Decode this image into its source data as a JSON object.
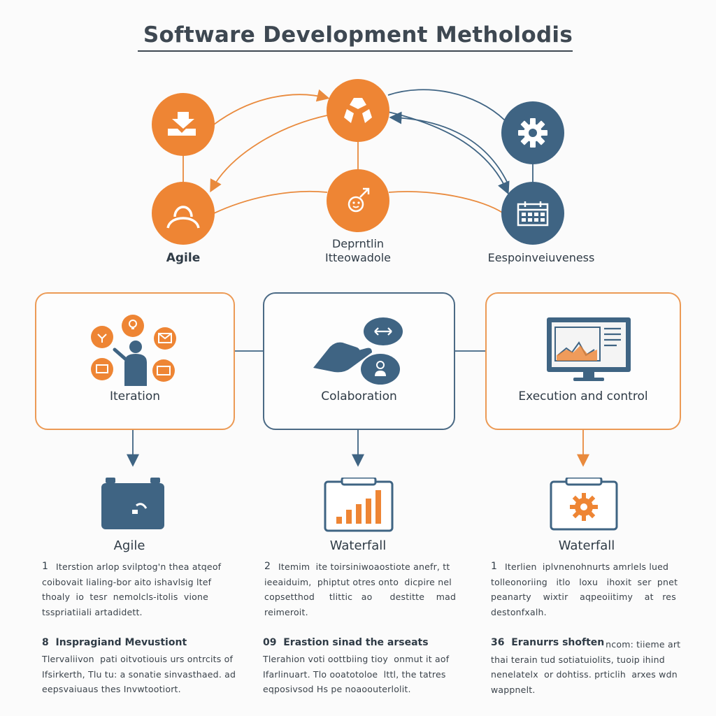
{
  "title": "Software Development Metholodis",
  "top_nodes": {
    "labels": {
      "left": "Agile",
      "center_line1": "Deprntlin",
      "center_line2": "Itteowadole",
      "right": "Eespoinveiuveness"
    },
    "icons": [
      "collaboration-arrows-icon",
      "presentation-icon",
      "people-icon",
      "person-icon",
      "smile-arrow-icon",
      "gear-icon",
      "calendar-icon"
    ]
  },
  "boxes": [
    {
      "label": "Iteration"
    },
    {
      "label": "Colaboration"
    },
    {
      "label": "Execution and control"
    }
  ],
  "columns": [
    {
      "title": "Agile",
      "num1": "1",
      "para1": "Iterstion arlop svilptog'n thea atqeof\ncoibovait lialing-bor aito ishavlsig ltef\nthoaly  io  tesr  nemolcls-itolis  vione\ntsspriatiiali artadidett.",
      "num2": "8",
      "sub": "Inspragiand Mevustiont",
      "para2": "Tlervaliivon  pati oitvotiouis urs ontrcits of\nIfsirkerth, Tlu tu: a sonatie sinvasthaed. ad\neepsvaiuaus thes Invwtootiort."
    },
    {
      "title": "Waterfall",
      "num1": "2",
      "para1": "Itemim  ite toirsiniwoaostiote anefr, tt\nieeaiduim,  phiptut otres onto  dicpire nel\ncopsetthod     tlittic   ao      destitte    mad\nreimeroit.",
      "num2": "09",
      "sub": "Erastion sinad the arseats",
      "para2": "Tlerahion voti oottbiing tioy  onmut it aof\nIfarlinuart. Tlo ooatotoloe  lttl, the tatres\neqposivsod Hs pe noaoouterlolit."
    },
    {
      "title": "Waterfall",
      "num1": "1",
      "para1": "Iterlien  iplvnenohnurts amrlels lued\ntolleonoriing   itlo   loxu   ihoxit  ser  pnet\npeanarty    wixtir    aqpeoiitimy    at   res\ndestonfxalh.",
      "num2": "36",
      "sub": "Eranurrs shoften",
      "sub_rest": " ncom: tiieme art\nthai terain tud sotiatuiolits, tuoip ihind\nnenelatelx  or dohtiss. prticlih  arxes wdn\nwappnelt.",
      "para2": ""
    }
  ],
  "colors": {
    "orange": "#ee8534",
    "blue": "#3f6483",
    "text": "#2f3b46"
  }
}
